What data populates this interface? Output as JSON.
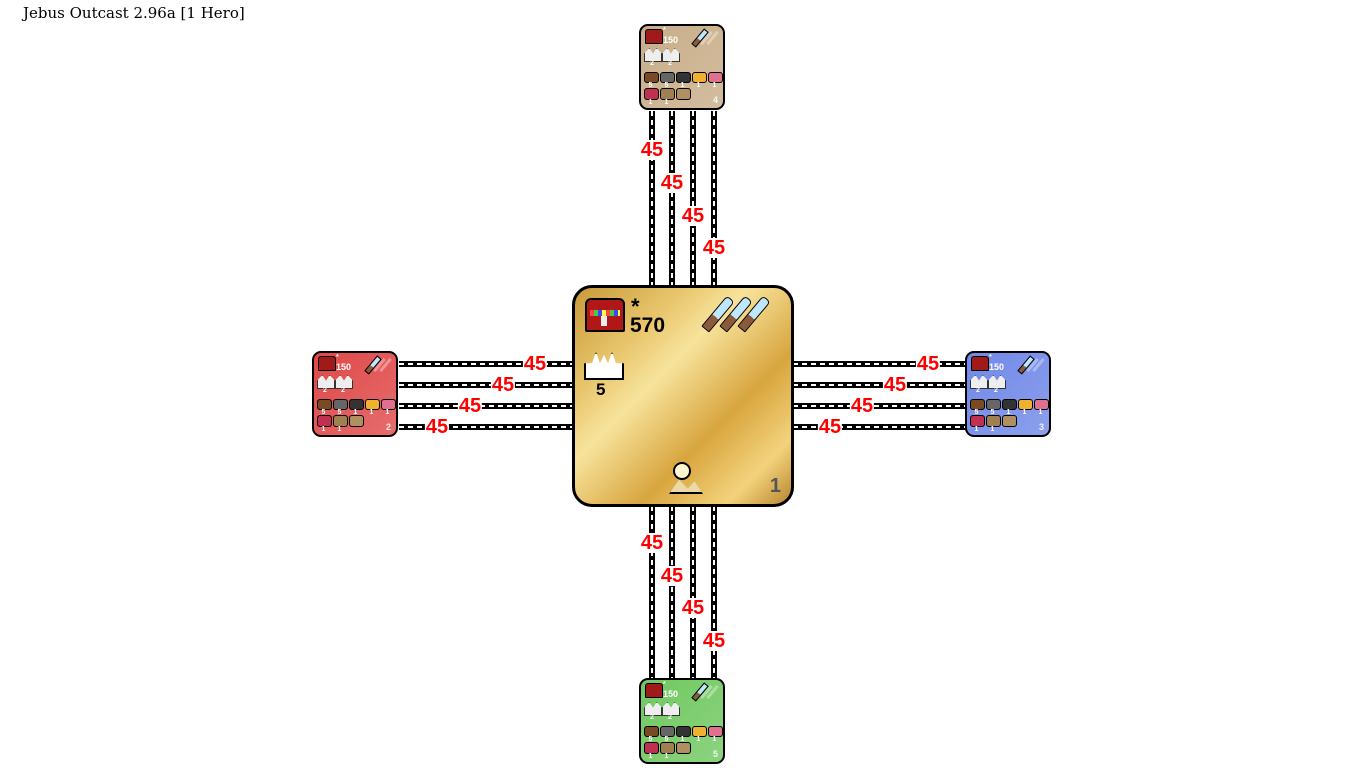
{
  "window": {
    "title": "Jebus Outcast 2.96a [1 Hero]"
  },
  "center_zone": {
    "id": "1",
    "treasure_marker": "*",
    "treasure_value": "570",
    "towns": "5",
    "colors": {
      "border": "#000000"
    }
  },
  "connections": {
    "top": [
      "45",
      "45",
      "45",
      "45"
    ],
    "bottom": [
      "45",
      "45",
      "45",
      "45"
    ],
    "left": [
      "45",
      "45",
      "45",
      "45"
    ],
    "right": [
      "45",
      "45",
      "45",
      "45"
    ]
  },
  "zones": [
    {
      "position": "top",
      "id": "4",
      "color": "#c8ad88",
      "treasure_marker": "*",
      "treasure_value": "150",
      "towns": [
        "2",
        "2"
      ],
      "resources": [
        "5",
        "5",
        "1",
        "1",
        "1"
      ],
      "mines": [
        "1",
        "1"
      ]
    },
    {
      "position": "left",
      "id": "2",
      "color": "#e04848",
      "treasure_marker": "*",
      "treasure_value": "150",
      "towns": [
        "2",
        "2"
      ],
      "resources": [
        "5",
        "5",
        "1",
        "1",
        "1"
      ],
      "mines": [
        "1",
        "1"
      ]
    },
    {
      "position": "right",
      "id": "3",
      "color": "#7088e8",
      "treasure_marker": "*",
      "treasure_value": "150",
      "towns": [
        "2",
        "2"
      ],
      "resources": [
        "5",
        "5",
        "1",
        "1",
        "1"
      ],
      "mines": [
        "1",
        "1"
      ]
    },
    {
      "position": "bottom",
      "id": "5",
      "color": "#70c860",
      "treasure_marker": "*",
      "treasure_value": "150",
      "towns": [
        "2",
        "2"
      ],
      "resources": [
        "5",
        "5",
        "1",
        "1",
        "1"
      ],
      "mines": [
        "1",
        "1"
      ]
    }
  ],
  "colors": {
    "connection_label": "#ff0000"
  }
}
